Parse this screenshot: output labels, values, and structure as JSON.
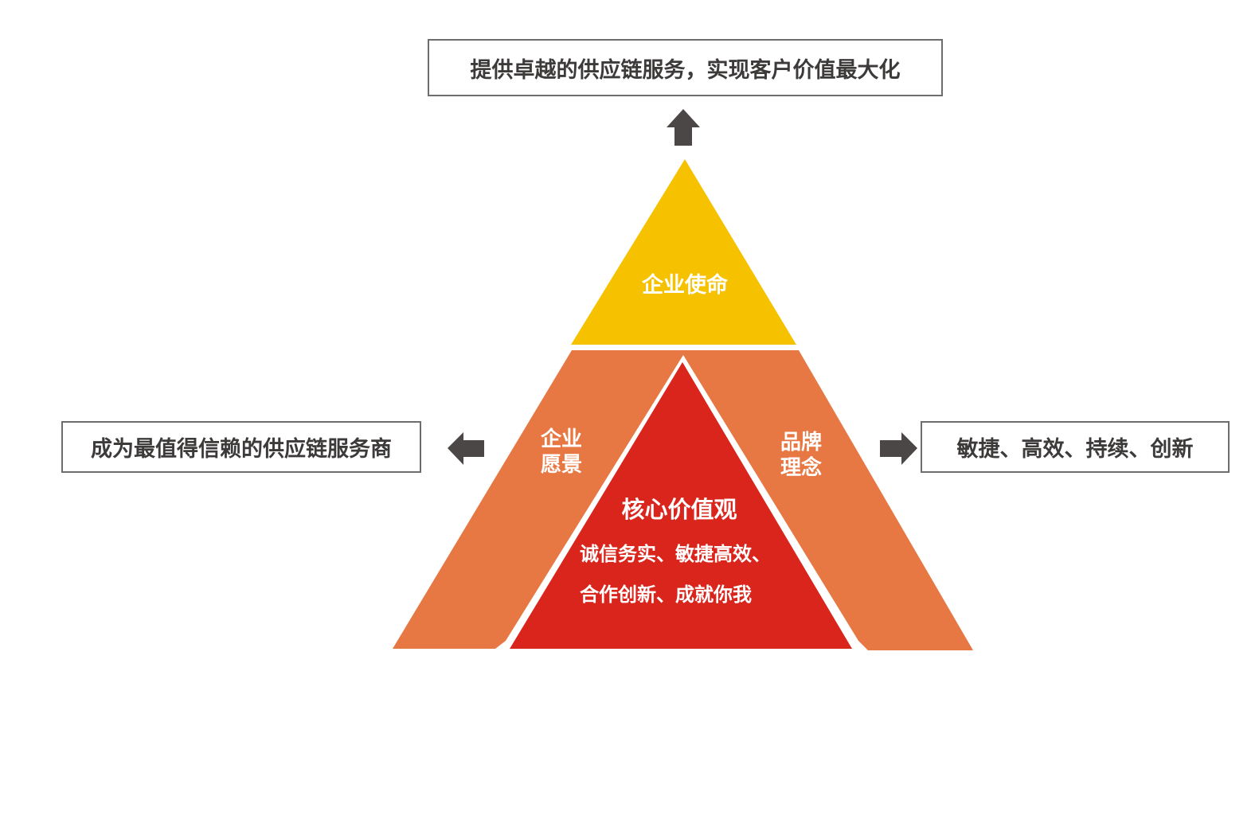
{
  "top_box": {
    "text": "提供卓越的供应链服务，实现客户价值最大化"
  },
  "left_box": {
    "text": "成为最值得信赖的供应链服务商"
  },
  "right_box": {
    "text": "敏捷、高效、持续、创新"
  },
  "pyramid": {
    "mission": "企业使命",
    "vision_line1": "企业",
    "vision_line2": "愿景",
    "brand_line1": "品牌",
    "brand_line2": "理念",
    "core_title": "核心价值观",
    "core_line1": "诚信务实、敏捷高效、",
    "core_line2": "合作创新、成就你我"
  },
  "colors": {
    "yellow": "#f6c200",
    "orange": "#e87843",
    "red": "#da251d",
    "arrow": "#4b4747"
  }
}
